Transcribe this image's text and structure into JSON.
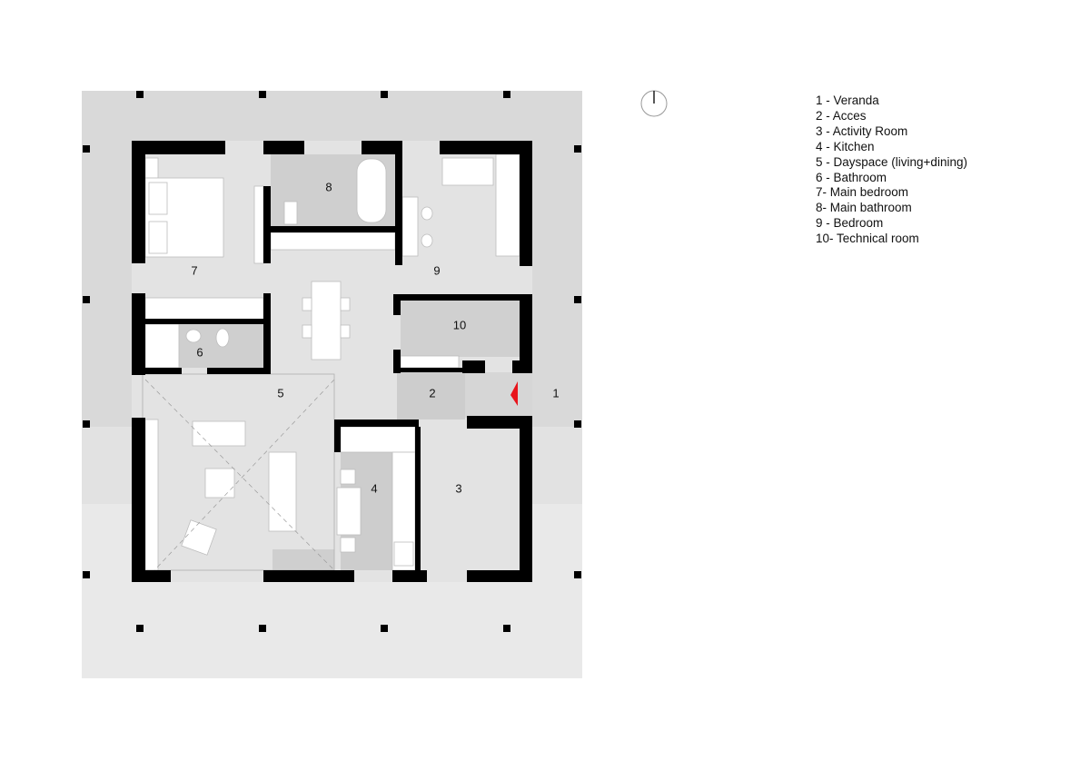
{
  "legend": [
    "1 - Veranda",
    "2 - Acces",
    "3 - Activity Room",
    "4 - Kitchen",
    "5 - Dayspace (living+dining)",
    "6 - Bathroom",
    "7- Main bedroom",
    "8- Main bathroom",
    "9 - Bedroom",
    "10- Technical room"
  ],
  "rooms": {
    "r1": "1",
    "r2": "2",
    "r3": "3",
    "r4": "4",
    "r5": "5",
    "r6": "6",
    "r7": "7",
    "r8": "8",
    "r9": "9",
    "r10": "10"
  },
  "colors": {
    "site": "#d9d9d9",
    "site_light": "#e9e9e9",
    "floor": "#e2e2e2",
    "wet_floor": "#cfcfcf",
    "wall": "#000000",
    "entrance_marker": "#e8141b"
  },
  "icons": {
    "north": "north-arrow-icon",
    "entrance": "entrance-arrow-icon"
  }
}
